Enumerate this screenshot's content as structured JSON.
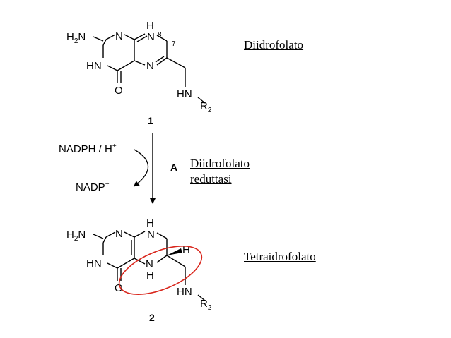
{
  "labels": {
    "top": "Diidrofolato",
    "enzyme_line1": "Diidrofolato",
    "enzyme_line2": "reduttasi",
    "bottom": "Tetraidrofolato"
  },
  "compounds": {
    "first_number": "1",
    "second_number": "2"
  },
  "reaction": {
    "step": "A",
    "cofactor_in": "NADPH / H",
    "cofactor_in_sup": "+",
    "cofactor_out": "NADP",
    "cofactor_out_sup": "+"
  },
  "atoms": {
    "nh2": "H",
    "nh2_n": "N",
    "nh2_sub": "2",
    "n": "N",
    "hn": "HN",
    "h": "H",
    "o": "O",
    "r": "R",
    "r_sub": "2",
    "pos8": "8",
    "pos7": "7"
  },
  "colors": {
    "highlight_ellipse": "#d9261c",
    "ink": "#000000"
  }
}
